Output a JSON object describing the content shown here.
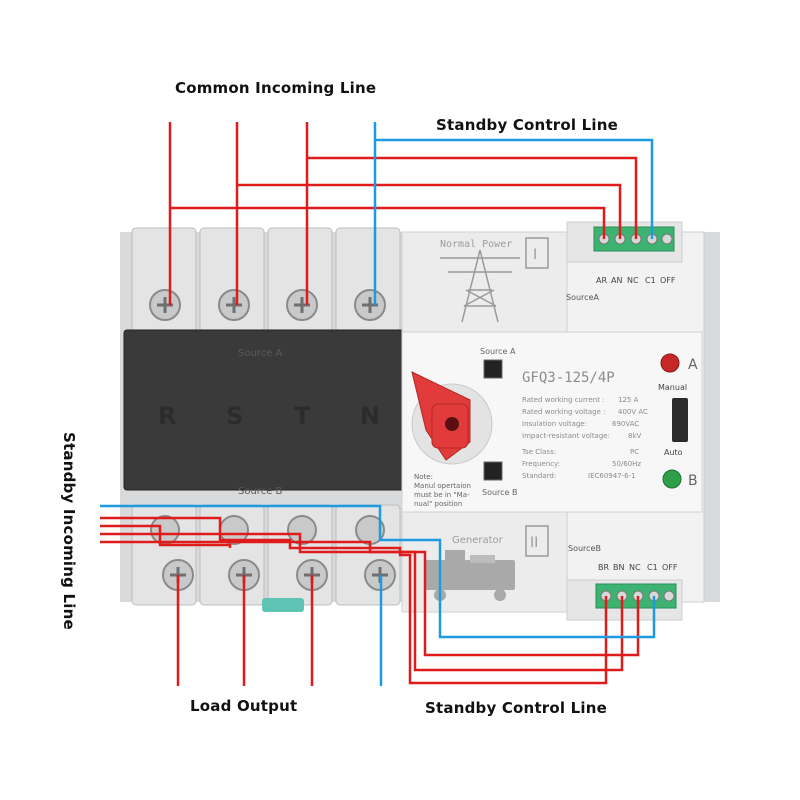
{
  "callouts": {
    "common_incoming": "Common Incoming Line",
    "standby_control_top": "Standby Control Line",
    "standby_incoming": "Standby Incoming Line",
    "load_output": "Load Output",
    "standby_control_bottom": "Standby Control Line"
  },
  "device": {
    "cover_top_label": "Source A",
    "cover_bottom_label": "Source B",
    "phases": [
      "R",
      "S",
      "T",
      "N"
    ],
    "normal_power": "Normal Power",
    "source_a_roman": "I",
    "source_b_roman": "II",
    "generator": "Generator",
    "terminal_labels_a": [
      "AR",
      "AN",
      "NC",
      "C1",
      "OFF"
    ],
    "terminal_labels_b": [
      "BR",
      "BN",
      "NC",
      "C1",
      "OFF"
    ],
    "source_a_tag": "SourceA",
    "source_b_tag": "SourceB",
    "model": "GFQ3-125/4P",
    "source_a_window": "Source A",
    "source_b_window": "Source B",
    "indicator_a": "A",
    "indicator_b": "B",
    "manual": "Manual",
    "auto": "Auto",
    "note": [
      "Note:",
      "Manul opertaion",
      "must be in \"Ma-",
      "nual\" position"
    ],
    "specs": [
      {
        "label": "Rated working current :",
        "value": "125 A"
      },
      {
        "label": "Rated working voltage :",
        "value": "400V AC"
      },
      {
        "label": "Insulation voltage:",
        "value": "690VAC"
      },
      {
        "label": "Impact-resistant voltage:",
        "value": "8kV"
      },
      {
        "label": "Tse Class:",
        "value": "PC"
      },
      {
        "label": "Frequency:",
        "value": "50/60Hz"
      },
      {
        "label": "Standard:",
        "value": "IEC60947-6-1"
      }
    ]
  },
  "colors": {
    "power_line": "#e01b1b",
    "control_line": "#1e9be0",
    "terminal_green": "#3cb371",
    "handle_red": "#e23b3b",
    "cover_dark": "#3a3a3a"
  }
}
